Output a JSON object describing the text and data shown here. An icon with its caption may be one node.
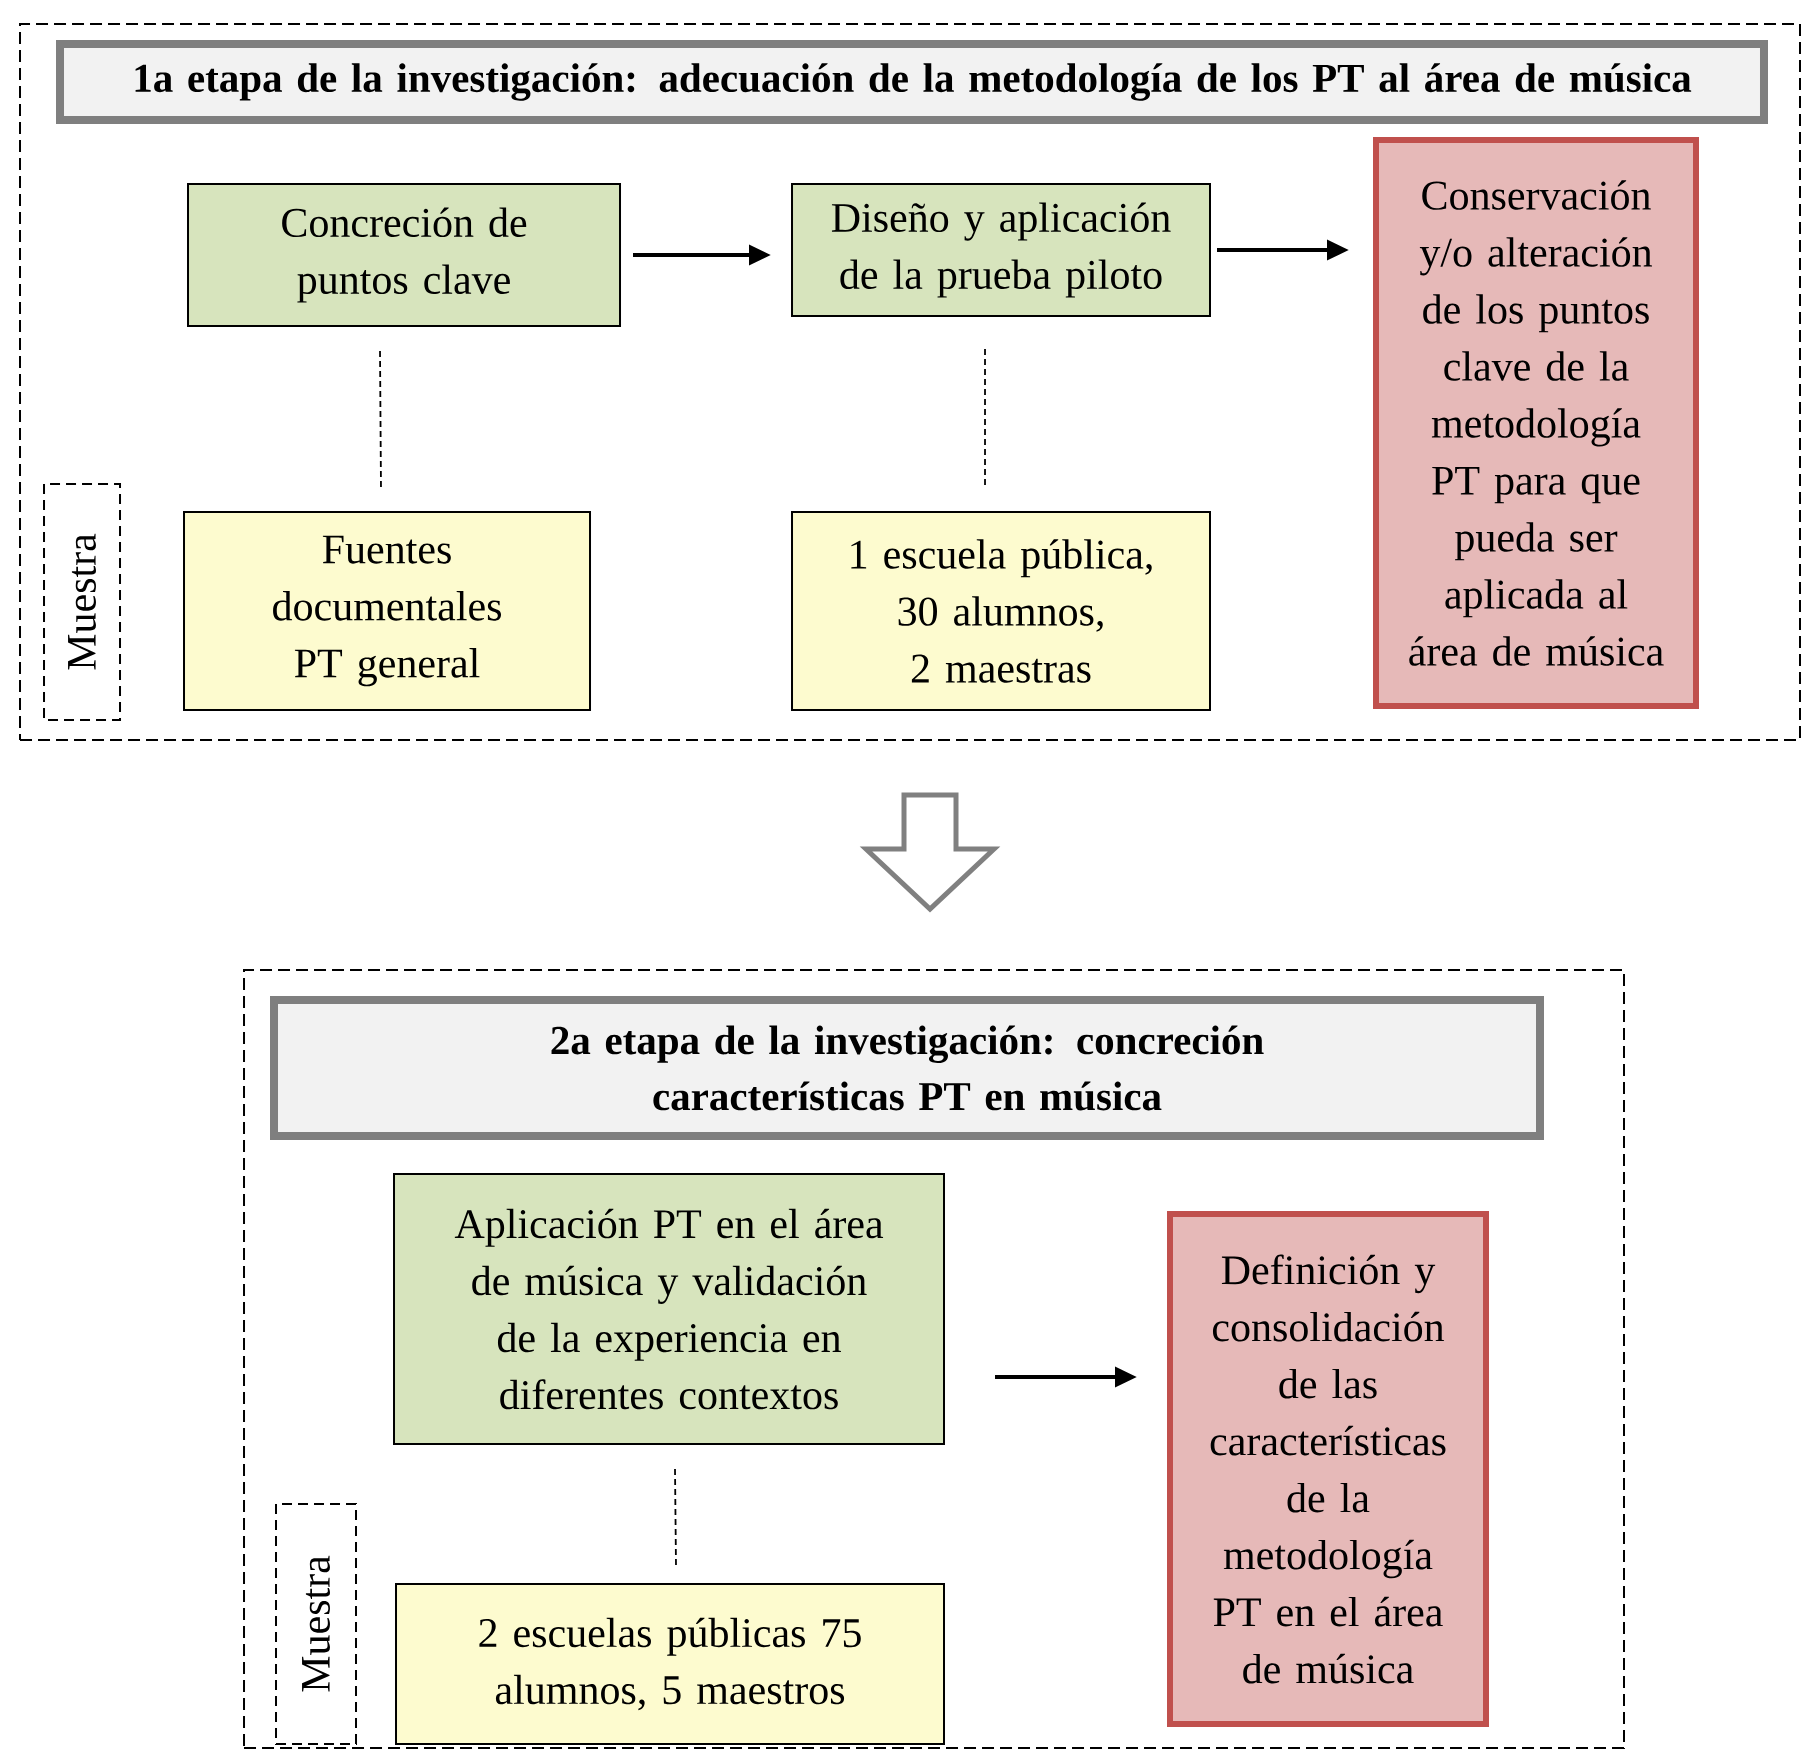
{
  "diagram": {
    "nodes": [
      {
        "text": [],
        "shape": "box"
      },
      {
        "text": [
          "1a etapa de la investigación: adecuación de la metodología de los PT al área de música"
        ],
        "in": 0
      },
      {
        "text": [
          "Concreción de puntos clave"
        ],
        "in": 0
      },
      {
        "text": [
          "Diseño y aplicación de la prueba piloto"
        ],
        "in": 0
      },
      {
        "text": [
          "Conservación y/o alteración de los puntos clave de la metodología PT para que pueda ser aplicada al área de música"
        ],
        "in": 0
      },
      {
        "text": [
          "Muestra"
        ],
        "in": 0
      },
      {
        "text": [
          "Fuentes documentales PT general"
        ],
        "in": 0
      },
      {
        "text": [
          "1 escuela pública, 30 alumnos, 2 maestras"
        ],
        "in": 0
      },
      {
        "text": [],
        "shape": "box"
      },
      {
        "text": [
          "2a etapa de la investigación: concreción características PT en música"
        ],
        "in": 8
      },
      {
        "text": [
          "Aplicación PT en el área de música y validación de la experiencia en diferentes contextos"
        ],
        "in": 8
      },
      {
        "text": [
          "Definición y consolidación de las características de la metodología PT en el área de música"
        ],
        "in": 8
      },
      {
        "text": [
          "Muestra"
        ],
        "in": 8
      },
      {
        "text": [
          "2 escuelas públicas 75 alumnos, 5 maestros"
        ],
        "in": 8
      }
    ],
    "edges": [
      {
        "from": 2,
        "to": 3,
        "arrow": "to"
      },
      {
        "from": 3,
        "to": 4,
        "arrow": "to"
      },
      {
        "from": 2,
        "to": 6,
        "arrow": "none",
        "style": "dashed"
      },
      {
        "from": 3,
        "to": 7,
        "arrow": "none",
        "style": "dashed"
      },
      {
        "from": 0,
        "to": 8,
        "arrow": "to",
        "color": "#808080"
      },
      {
        "from": 10,
        "to": 11,
        "arrow": "to"
      },
      {
        "from": 10,
        "to": 13,
        "arrow": "none",
        "style": "dashed"
      }
    ]
  }
}
